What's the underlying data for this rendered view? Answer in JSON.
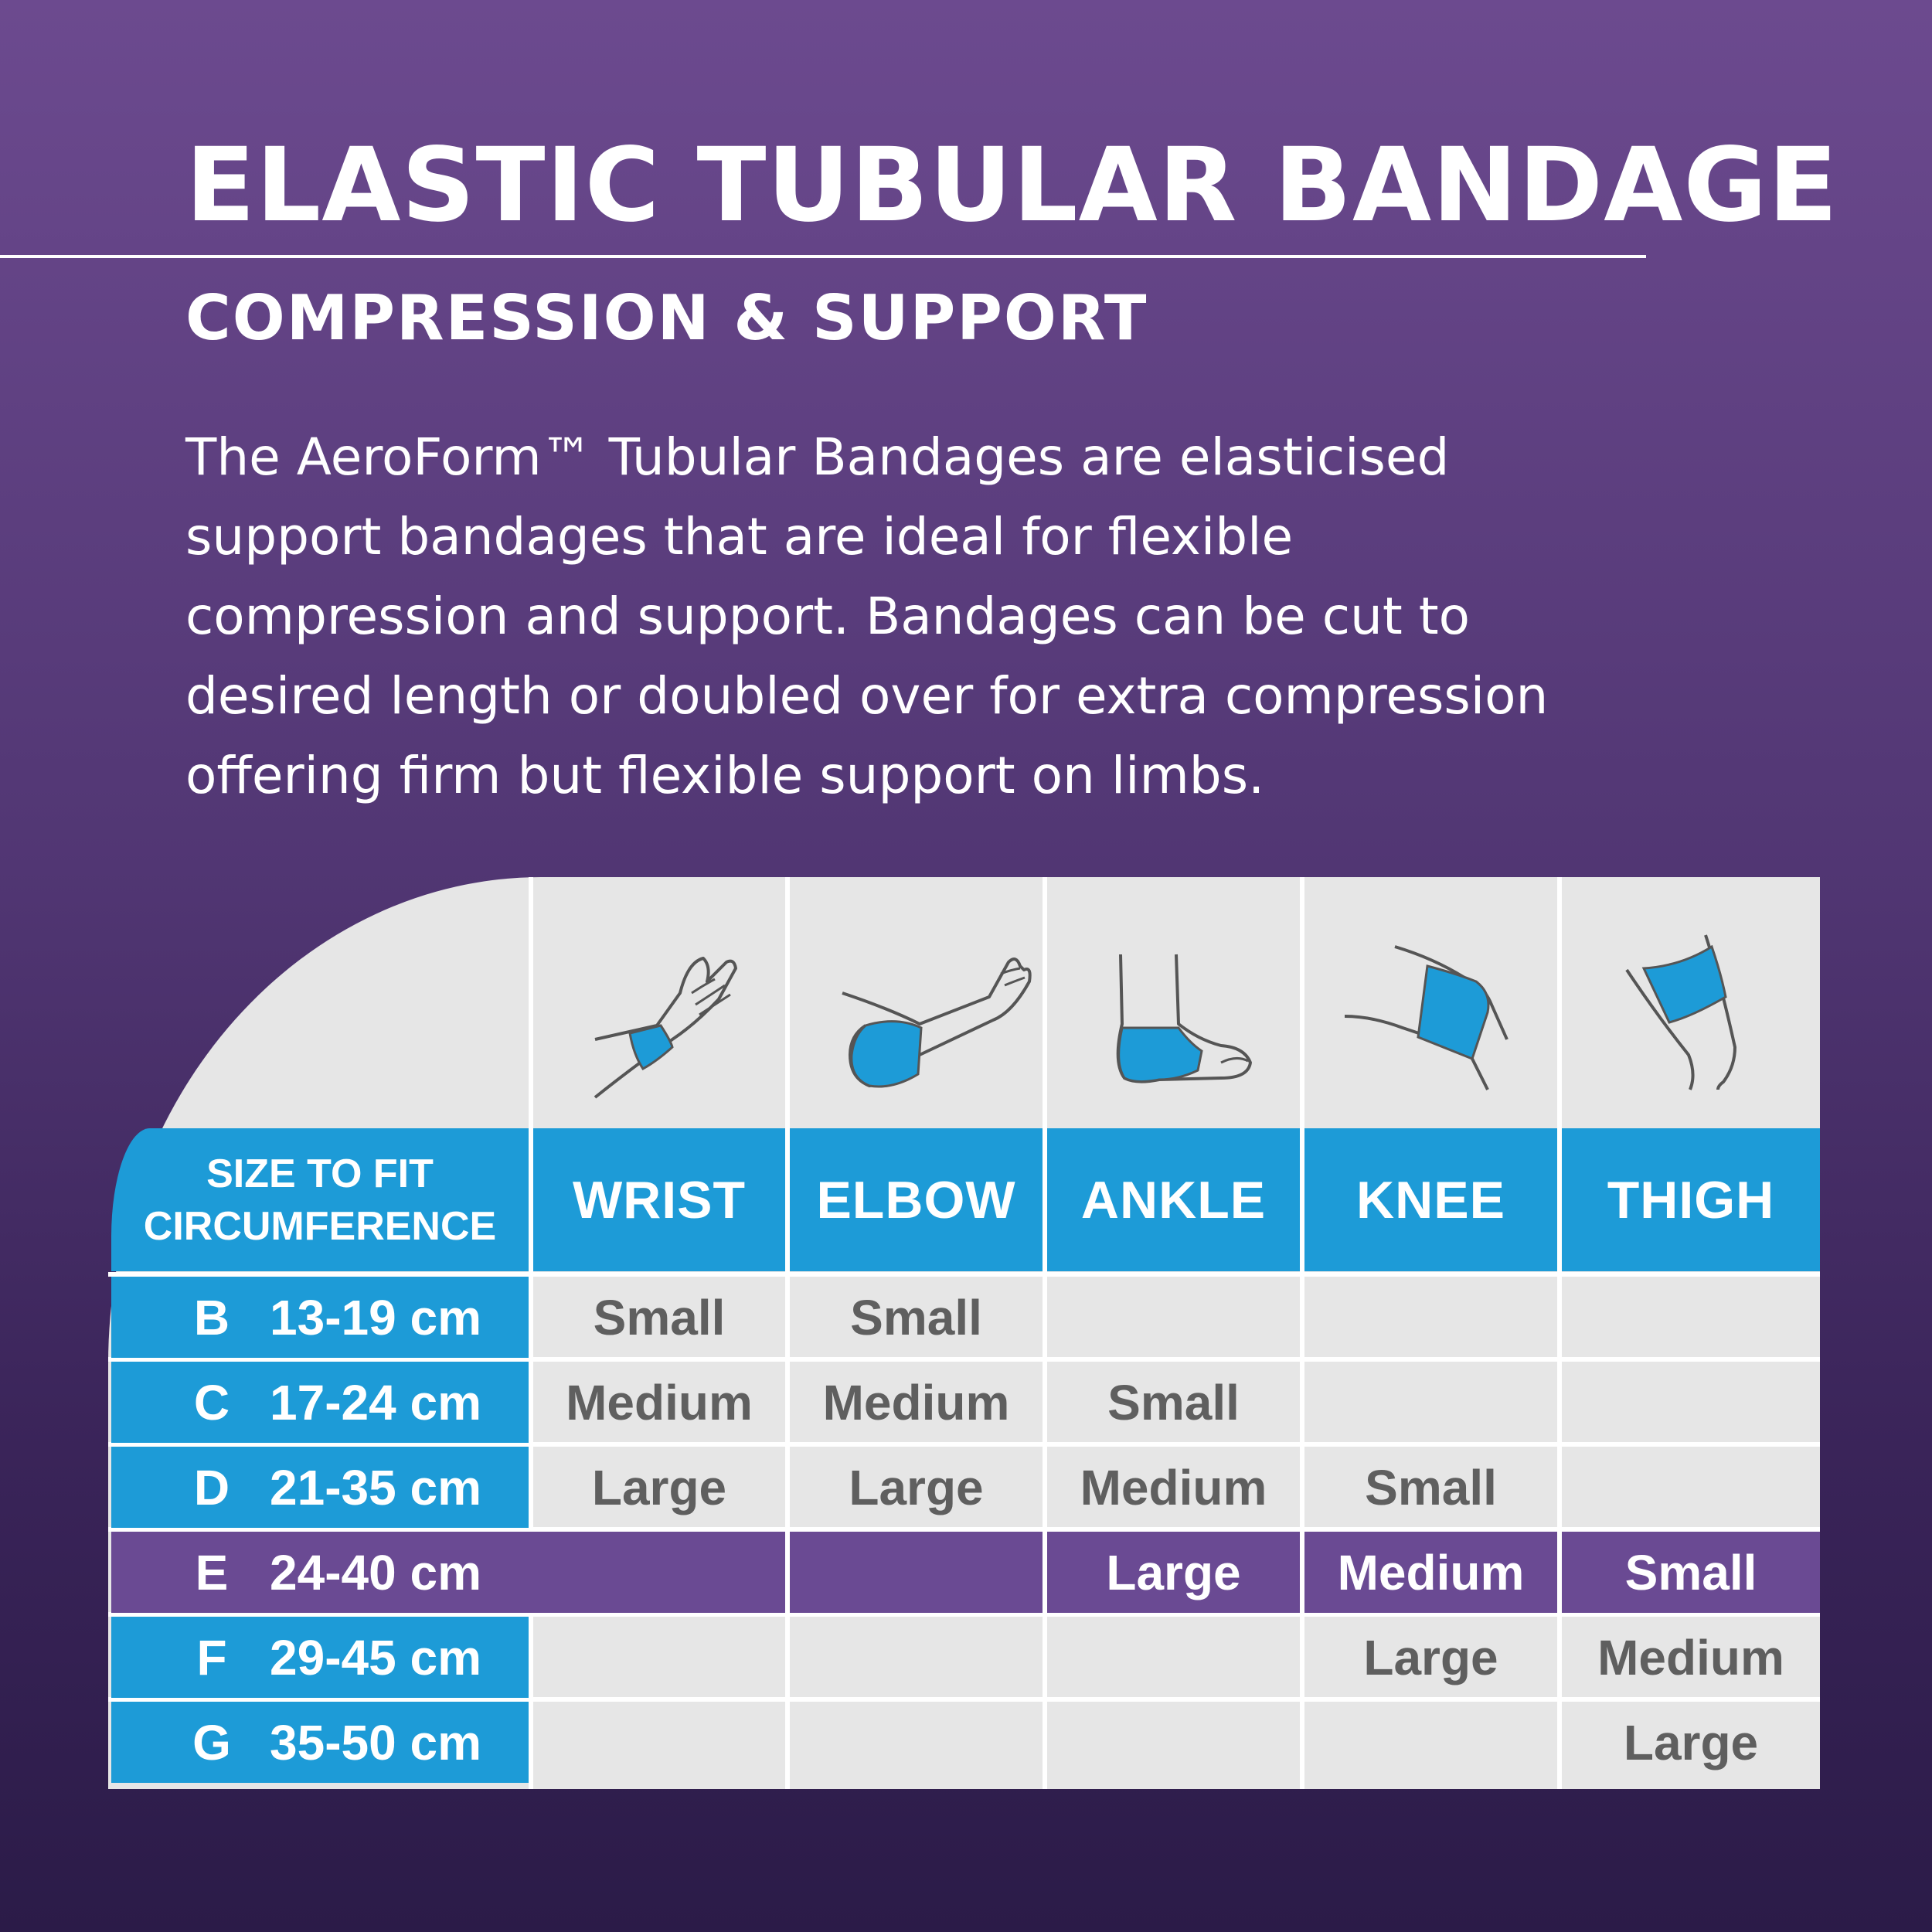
{
  "header": {
    "title": "ELASTIC TUBULAR BANDAGE",
    "subtitle": "COMPRESSION & SUPPORT",
    "description": "The AeroForm™ Tubular Bandages are elasticised\nsupport bandages that are ideal for flexible\ncompression and support. Bandages can be cut to\ndesired length or doubled over for extra compression\noffering firm but flexible support on limbs."
  },
  "table": {
    "size_header": "SIZE TO FIT\nCIRCUMFERENCE",
    "columns": [
      {
        "label": "WRIST",
        "icon": "wrist-icon"
      },
      {
        "label": "ELBOW",
        "icon": "elbow-icon"
      },
      {
        "label": "ANKLE",
        "icon": "ankle-icon"
      },
      {
        "label": "KNEE",
        "icon": "knee-icon"
      },
      {
        "label": "THIGH",
        "icon": "thigh-icon"
      }
    ],
    "rows": [
      {
        "letter": "B",
        "range": "13-19 cm",
        "cells": [
          "Small",
          "Small",
          "",
          "",
          ""
        ]
      },
      {
        "letter": "C",
        "range": "17-24 cm",
        "cells": [
          "Medium",
          "Medium",
          "Small",
          "",
          ""
        ]
      },
      {
        "letter": "D",
        "range": "21-35 cm",
        "cells": [
          "Large",
          "Large",
          "Medium",
          "Small",
          ""
        ]
      },
      {
        "letter": "E",
        "range": "24-40 cm",
        "cells": [
          "",
          "",
          "Large",
          "Medium",
          "Small"
        ]
      },
      {
        "letter": "F",
        "range": "29-45 cm",
        "cells": [
          "",
          "",
          "",
          "Large",
          "Medium"
        ]
      },
      {
        "letter": "G",
        "range": "35-50 cm",
        "cells": [
          "",
          "",
          "",
          "",
          "Large"
        ]
      }
    ]
  },
  "colors": {
    "accent_blue": "#1d9bd7",
    "highlight_purple": "#6a4a93",
    "cell_text": "#5f5f5f",
    "panel": "#e6e6e6"
  }
}
